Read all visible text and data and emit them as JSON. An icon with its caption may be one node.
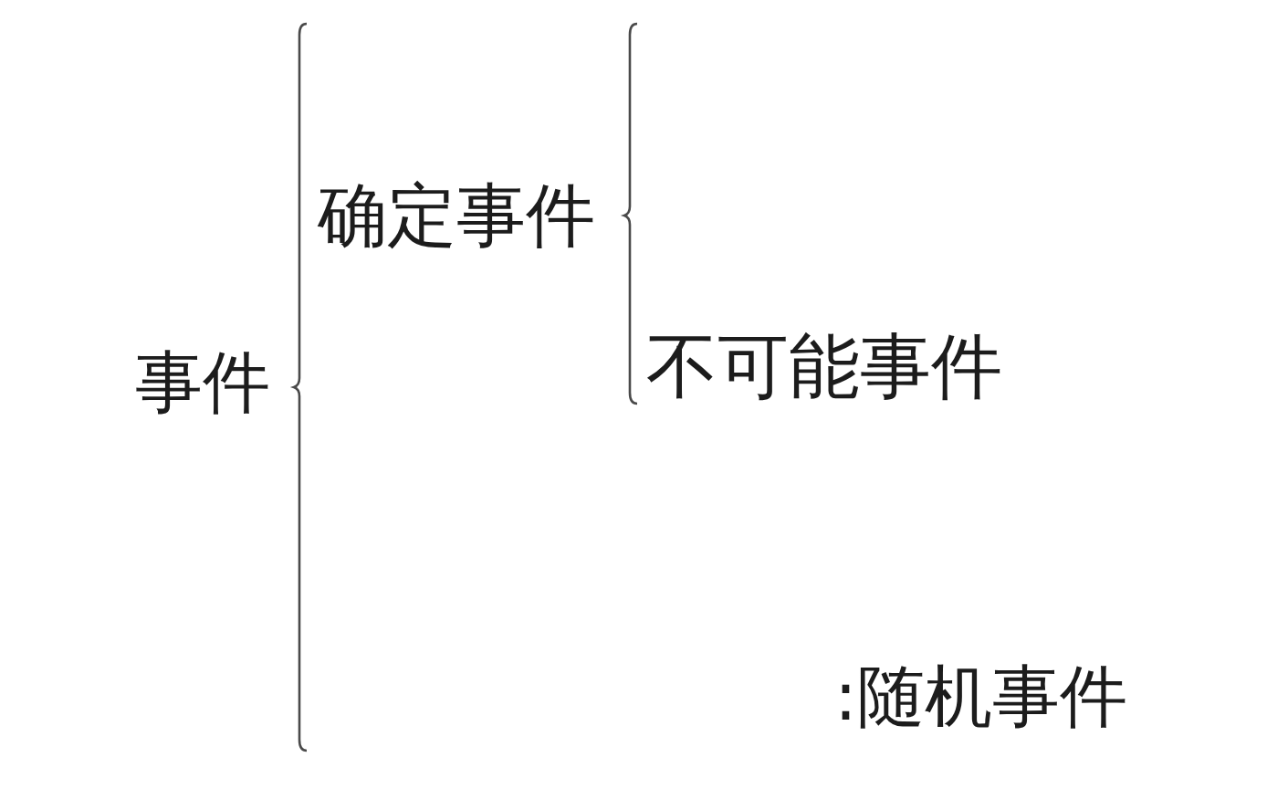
{
  "diagram": {
    "labels": [
      "事件",
      "确定事件",
      "不可能事件",
      ":随机事件"
    ]
  }
}
